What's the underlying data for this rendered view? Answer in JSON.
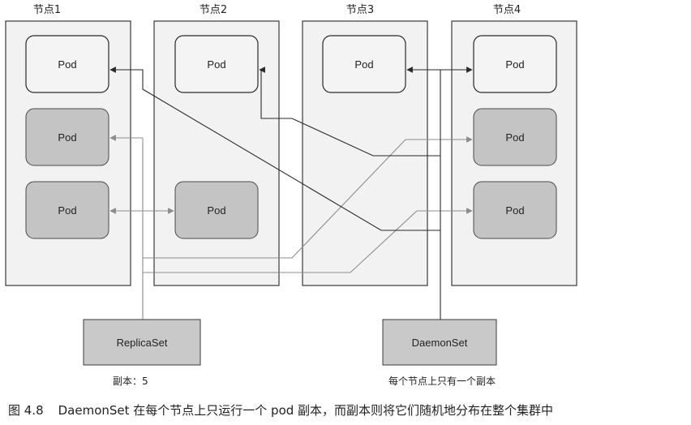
{
  "nodes": [
    {
      "label": "节点1"
    },
    {
      "label": "节点2"
    },
    {
      "label": "节点3"
    },
    {
      "label": "节点4"
    }
  ],
  "pod_label": "Pod",
  "replicaset": {
    "label": "ReplicaSet",
    "note": "副本：5"
  },
  "daemonset": {
    "label": "DaemonSet",
    "note": "每个节点上只有一个副本"
  },
  "caption": {
    "figure_number": "图 4.8",
    "text": "DaemonSet 在每个节点上只运行一个 pod 副本，而副本则将它们随机地分布在整个集群中"
  },
  "colors": {
    "node_fill": "#f2f2f2",
    "daemon_pod_fill": "#f4f4f4",
    "replica_pod_fill": "#c4c4c4",
    "controller_fill": "#c9c9c9",
    "replica_line": "#8c8c8c",
    "daemon_line": "#2a2a2a"
  }
}
